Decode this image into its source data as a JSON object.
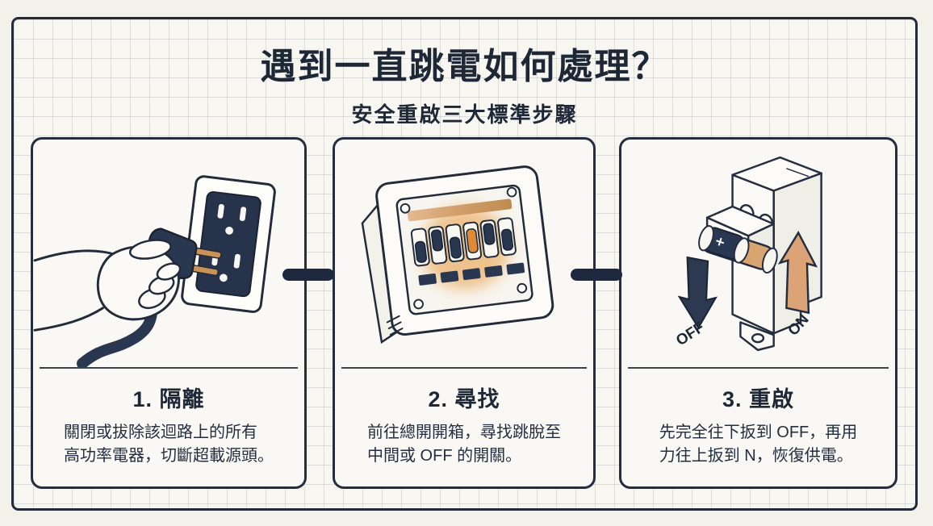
{
  "page": {
    "title": "遇到一直跳電如何處理？",
    "subtitle": "安全重啟三大標準步驟"
  },
  "steps": [
    {
      "heading": "1. 隔離",
      "description_lines": [
        "關閉或拔除該迴路上的所有",
        "高功率電器，切斷超載源頭。"
      ],
      "illustration": "hand-unplugging-plug-from-wall-outlet"
    },
    {
      "heading": "2. 尋找",
      "description_lines": [
        "前往總開開箱，尋找跳脫至",
        "中間或 OFF 的開關。"
      ],
      "illustration": "breaker-panel-with-tripped-switch-highlighted-orange"
    },
    {
      "heading": "3. 重啟",
      "description_lines": [
        "先完全往下扳到 OFF，再用",
        "力往上扳到 N，恢復供電。"
      ],
      "illustration": "circuit-breaker-with-off-down-arrow-and-on-up-arrow",
      "switch_labels": {
        "off": "OFF",
        "on": "ON"
      }
    }
  ],
  "colors": {
    "ink": "#1e2940",
    "outer_background": "#f2f1ea",
    "grid_background": "#f7f6f1",
    "card_background": "#f9f8f4",
    "accent_orange": "#e08a35",
    "arrow_tan": "#dba376",
    "copper_prong": "#cb9258"
  }
}
